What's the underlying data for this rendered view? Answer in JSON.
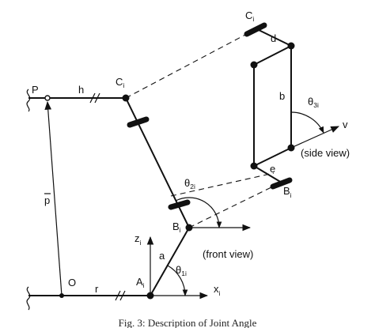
{
  "labels": {
    "P": "P",
    "h": "h",
    "Ci_main": "C",
    "Ci_main_sub": "i",
    "p_vec": "p",
    "O": "O",
    "r": "r",
    "Ai": "A",
    "Ai_sub": "i",
    "xi": "x",
    "xi_sub": "i",
    "zi": "z",
    "zi_sub": "i",
    "a": "a",
    "Bi": "B",
    "Bi_sub": "i",
    "theta1": "θ",
    "theta1_sub": "1i",
    "theta2": "θ",
    "theta2_sub": "2i",
    "front_view": "(front view)",
    "Ci_side": "C",
    "Ci_side_sub": "i",
    "d": "d",
    "b": "b",
    "theta3": "θ",
    "theta3_sub": "3i",
    "v": "v",
    "side_view": "(side view)",
    "e": "e",
    "Bi_side": "B",
    "Bi_side_sub": "i"
  },
  "caption": "Fig. 3: Description of Joint Angle"
}
